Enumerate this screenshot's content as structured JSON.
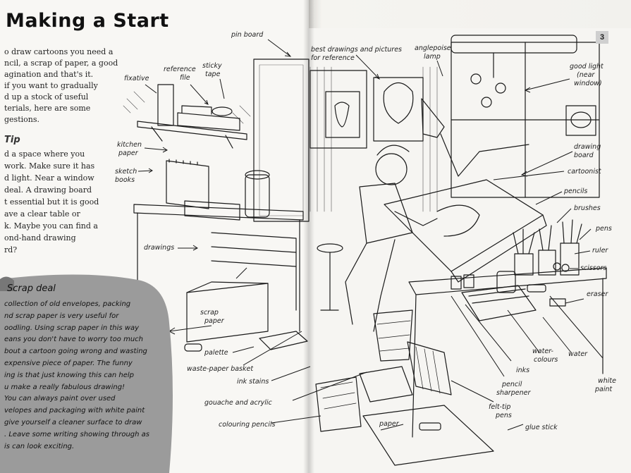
{
  "title": "Making a Start",
  "page_number": "3",
  "intro_lines": [
    "o draw cartoons you need a",
    "ncil, a scrap of paper, a good",
    "agination and that's it.",
    "if you want to gradually",
    "d up a stock of useful",
    "terials, here are some",
    "gestions."
  ],
  "tip": {
    "heading": "Tip",
    "lines": [
      "d a space where you",
      "work. Make sure it has",
      "d light. Near a window",
      "deal. A drawing board",
      "t essential but it is good",
      "ave a clear table or",
      "k. Maybe you can find a",
      "ond-hand drawing",
      "rd?"
    ]
  },
  "scrap_deal": {
    "heading": "Scrap deal",
    "lines": [
      "collection of old envelopes, packing",
      "nd scrap paper is very useful for",
      "oodling. Using scrap paper in this way",
      "eans you don't have to worry too much",
      "bout a cartoon going wrong and wasting",
      "expensive piece of paper. The funny",
      "ing is that just knowing this can help",
      "u make a really fabulous drawing!",
      "You can always paint over used",
      "velopes and packaging with white paint",
      "give yourself a cleaner surface to draw",
      ". Leave some writing showing through as",
      "is can look exciting."
    ]
  },
  "labels": {
    "pin_board": "pin board",
    "best_drawings_1": "best drawings and pictures",
    "best_drawings_2": "for reference",
    "angelpoise_1": "anglepoise",
    "angelpoise_2": "lamp",
    "good_light_1": "good light",
    "good_light_2": "(near",
    "good_light_3": "window)",
    "fixative": "fixative",
    "reference_1": "reference",
    "reference_2": "file",
    "sticky_1": "sticky",
    "sticky_2": "tape",
    "kitchen_1": "kitchen",
    "kitchen_2": "paper",
    "sketch_1": "sketch",
    "sketch_2": "books",
    "drawing_board_1": "drawing",
    "drawing_board_2": "board",
    "cartoonist": "cartoonist",
    "pencils": "pencils",
    "brushes": "brushes",
    "pens": "pens",
    "ruler": "ruler",
    "scissors": "scissors",
    "eraser": "eraser",
    "drawings": "drawings",
    "scrap_paper_1": "scrap",
    "scrap_paper_2": "paper",
    "palette": "palette",
    "waste_paper": "waste-paper basket",
    "ink_stains": "ink stains",
    "gouache": "gouache and acrylic",
    "colouring": "colouring pencils",
    "inks": "inks",
    "water_colours_1": "water-",
    "water_colours_2": "colours",
    "water": "water",
    "white_paint_1": "white",
    "white_paint_2": "paint",
    "pencil_sharpener_1": "pencil",
    "pencil_sharpener_2": "sharpener",
    "felt_tip_1": "felt-tip",
    "felt_tip_2": "pens",
    "paper": "paper",
    "glue_stick": "glue stick"
  },
  "colors": {
    "ink": "#1a1a1a",
    "paper": "#f7f6f3",
    "scrap_panel": "#9b9b9b",
    "page_tab": "#cfcfcf"
  }
}
